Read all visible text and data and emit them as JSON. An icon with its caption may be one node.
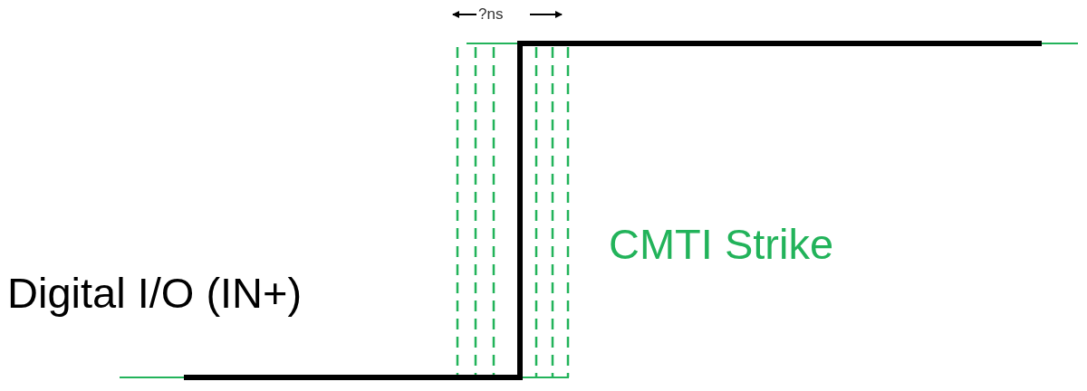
{
  "diagram": {
    "labels": [
      "?ns",
      "Digital I/O (IN+)",
      "CMTI Strike"
    ]
  }
}
